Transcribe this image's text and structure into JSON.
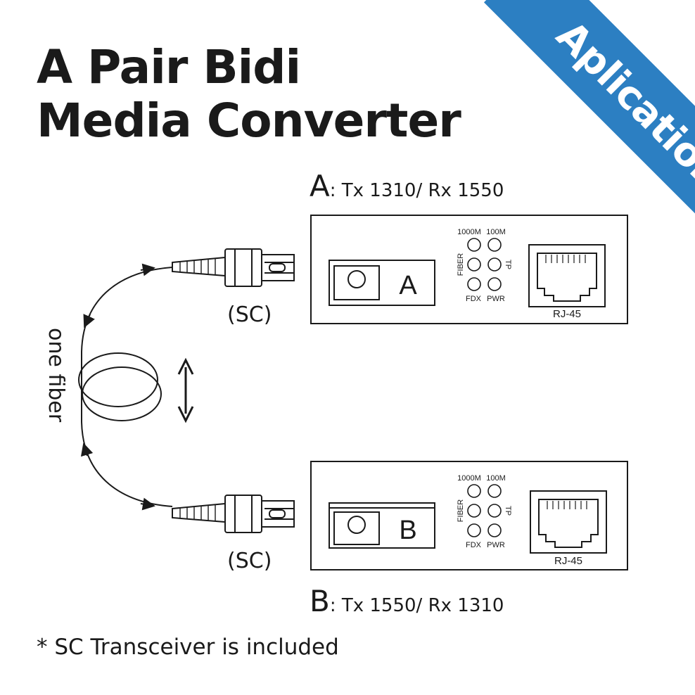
{
  "title": {
    "line1": "A Pair Bidi",
    "line2": "Media Converter"
  },
  "ribbon": "Aplication",
  "unitA": {
    "letter": "A",
    "spec": ": Tx 1310/ Rx 1550",
    "port_letter": "A"
  },
  "unitB": {
    "letter": "B",
    "spec": ": Tx 1550/ Rx 1310",
    "port_letter": "B"
  },
  "leds": {
    "l1000m": "1000M",
    "l100m": "100M",
    "fiber": "FIBER",
    "tp": "TP",
    "fdx": "FDX",
    "pwr": "PWR"
  },
  "rj45": "RJ-45",
  "connector": "(SC)",
  "fiber_label": "one fiber",
  "footnote": "* SC Transceiver is included"
}
